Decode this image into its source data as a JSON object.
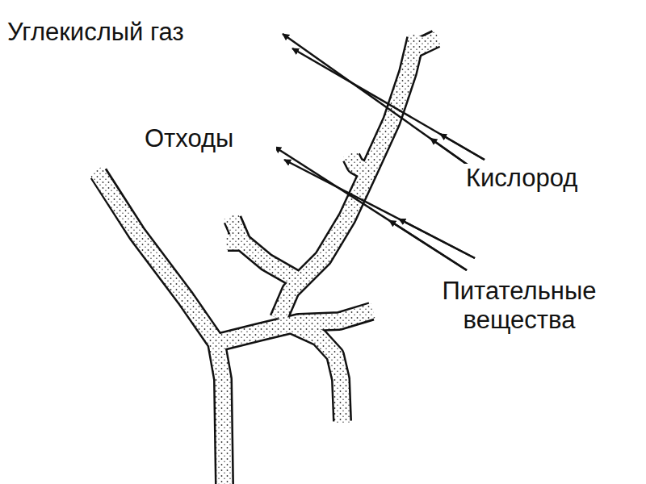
{
  "diagram": {
    "labels": [
      "Углекислый газ",
      "Отходы",
      "Кислород",
      "Питательные вещества"
    ]
  }
}
